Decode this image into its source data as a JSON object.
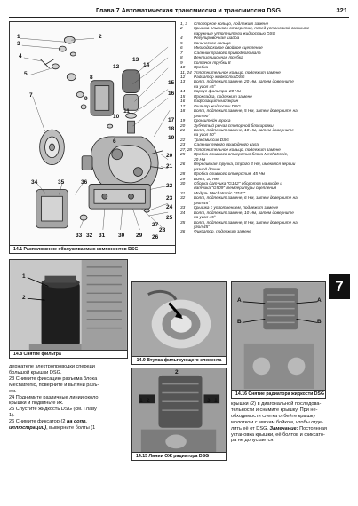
{
  "header": {
    "title": "Глава 7 Автоматическая трансмиссия и трансмиссия DSG",
    "page_number": "321"
  },
  "fig_14_1": {
    "caption": "14.1 Расположение обслуживаемых компонентов DSG",
    "callouts": [
      "1",
      "2",
      "3",
      "4",
      "5",
      "6",
      "7",
      "8",
      "9",
      "10",
      "11",
      "12",
      "13",
      "14",
      "15",
      "16",
      "17",
      "18",
      "19",
      "20",
      "21",
      "22",
      "23",
      "24",
      "25",
      "26",
      "27",
      "28",
      "29",
      "30",
      "31",
      "32",
      "33",
      "34",
      "35",
      "36"
    ]
  },
  "legend": [
    {
      "num": "1, 3",
      "text": "Стопорное кольцо, подлежит замене"
    },
    {
      "num": "2",
      "text": "Крышка сливного отверстия, перед установкой смажьте"
    },
    {
      "num": "",
      "text": "наружные уплотнители жидкостью DSG"
    },
    {
      "num": "4",
      "text": "Регулировочная шайба"
    },
    {
      "num": "5",
      "text": "Коническое кольцо"
    },
    {
      "num": "6",
      "text": "Многодисковое двойное сцепление"
    },
    {
      "num": "7",
      "text": "Сальник правого приводного вала"
    },
    {
      "num": "8",
      "text": "Вентиляционная трубка"
    },
    {
      "num": "9",
      "text": "Колпачок трубки 8"
    },
    {
      "num": "10",
      "text": "Пробка"
    },
    {
      "num": "11, 24",
      "text": "Уплотнительное кольцо, подлежит замене"
    },
    {
      "num": "12",
      "text": "Радиатор жидкости DSG"
    },
    {
      "num": "13",
      "text": "Болт, подлежит замене, 20 Нм, затем доверните"
    },
    {
      "num": "",
      "text": "на угол 45°"
    },
    {
      "num": "14",
      "text": "Корпус фильтра, 20 Нм"
    },
    {
      "num": "15",
      "text": "Прокладка, подлежит замене"
    },
    {
      "num": "16",
      "text": "Гидрозащитный экран"
    },
    {
      "num": "17",
      "text": "Фильтр жидкости DSG"
    },
    {
      "num": "18",
      "text": "Болт, подлежит замене, 5 Нм, затем доверните на"
    },
    {
      "num": "",
      "text": "угол 90°"
    },
    {
      "num": "19",
      "text": "Кронштейн троса"
    },
    {
      "num": "20",
      "text": "Зубчатый рычаг стопорной блокировки"
    },
    {
      "num": "21",
      "text": "Болт, подлежит замене, 10 Нм, затем доверните"
    },
    {
      "num": "",
      "text": "на угол 90°"
    },
    {
      "num": "22",
      "text": "Трансмиссия DSG"
    },
    {
      "num": "23",
      "text": "Сальник левого приводного вала"
    },
    {
      "num": "27, 28",
      "text": "Уплотнительное кольцо, подлежит замене"
    },
    {
      "num": "25",
      "text": "Пробка сливного отверстия блока Mechatronic,"
    },
    {
      "num": "",
      "text": "20 Нм"
    },
    {
      "num": "26",
      "text": "Переливная трубка, строго 3 Нм, имеются версии"
    },
    {
      "num": "",
      "text": "разной длины"
    },
    {
      "num": "28",
      "text": "Пробка сливного отверстия, 45 Нм"
    },
    {
      "num": "29",
      "text": "Болт, 10 Нм"
    },
    {
      "num": "30",
      "text": "Сборка датчика \"G182\" оборотов на входе и"
    },
    {
      "num": "",
      "text": "датчика \"G509\" температуры сцепления"
    },
    {
      "num": "31",
      "text": "Модуль Mechatronic \"J743\""
    },
    {
      "num": "32",
      "text": "Болт, подлежит замене, 6 Нм, затем доверните на"
    },
    {
      "num": "",
      "text": "угол 45°"
    },
    {
      "num": "33",
      "text": "Крышка с уплотнением, подлежит замене"
    },
    {
      "num": "34",
      "text": "Болт, подлежит замене, 10 Нм, затем доверните"
    },
    {
      "num": "",
      "text": "на угол 45°"
    },
    {
      "num": "35",
      "text": "Болт, подлежит замене, 8 Нм, затем доверните на"
    },
    {
      "num": "",
      "text": "угол 45°"
    },
    {
      "num": "36",
      "text": "Фиксатор, подлежит замене"
    }
  ],
  "fig_14_8": {
    "caption": "14.8 Снятие фильтра",
    "callouts": [
      "1",
      "2"
    ]
  },
  "fig_14_9": {
    "caption": "14.9 Втулка фильтрующего элемента"
  },
  "fig_14_15": {
    "caption": "14.15 Линии ОЖ радиатора DSG",
    "callouts": [
      "2",
      "1",
      "2",
      "3",
      "1"
    ]
  },
  "fig_14_16": {
    "caption": "14.16 Снятие радиатора жидкости DSG",
    "callouts": [
      "A",
      "A",
      "B",
      "B"
    ]
  },
  "section_tab": "7",
  "text_left": [
    "держателе электропроводки спереди",
    "большой крышки DSG.",
    "23 Снимите фиксацию разъема блока",
    "Mechatronic, поверните и вытяни разъ-",
    "ем.",
    "24 Поднимите различные линии около",
    "крышки и подвиньте их.",
    "25 Спустите жидкость DSG (см. Главу",
    "1).",
    "26 Снимите фиксатор (2"
  ],
  "text_left_bold_1": "на сопр.",
  "text_left_bold_2": "иллюстрации)",
  "text_left_end": ", выверните болты (1",
  "text_right": [
    "крышки (2) в диагональной последова-",
    "тельности и снимите крышку. При не-",
    "обходимости слегка отбейте крышку",
    "молотком с мягким бойком, чтобы отде-",
    "лить её от DSG."
  ],
  "text_right_note_label": "Замечание:",
  "text_right_note": [
    " Постоянная",
    "установка крышки, её болтов и фиксато-",
    "ра не допускается."
  ]
}
